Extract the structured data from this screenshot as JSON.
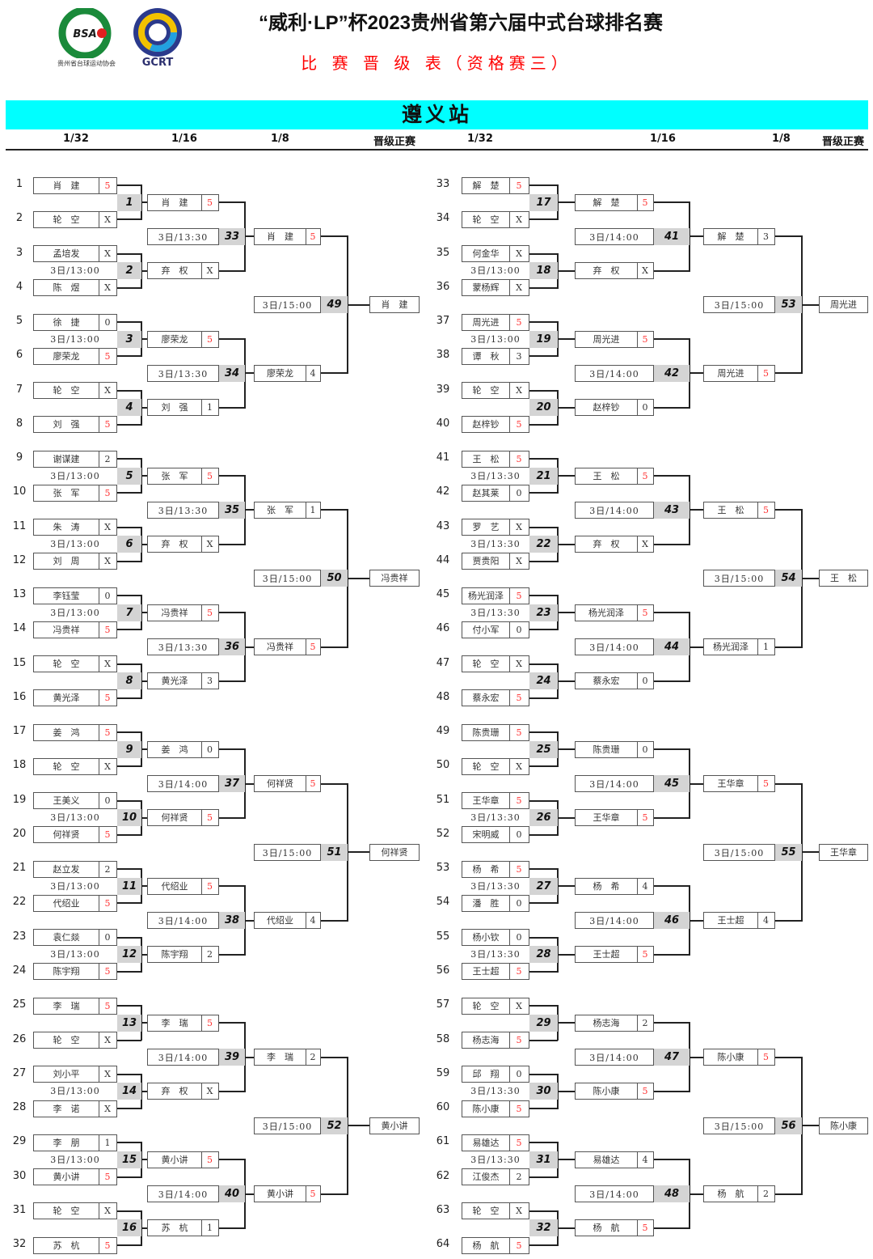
{
  "header": {
    "title": "“威利·LP”杯2023贵州省第六届中式台球排名赛",
    "subtitle": "比 赛 晋 级 表（资格赛三）",
    "station": "遵义站",
    "logo1_text": "贵州省台球运动协会",
    "logo1_mark": "BSA",
    "logo2_text": "GCRT"
  },
  "columns": {
    "left": [
      "1/32",
      "1/16",
      "1/8",
      "晋级正赛"
    ],
    "right": [
      "1/32",
      "1/16",
      "1/8",
      "晋级正赛"
    ]
  },
  "colors": {
    "banner": "#00ffff",
    "win_score": "#ff3333",
    "label_bg": "#d4d4d4"
  },
  "left": {
    "players": [
      {
        "seed": "1",
        "name": "肖　建",
        "score": "5"
      },
      {
        "seed": "2",
        "name": "轮　空",
        "score": "X"
      },
      {
        "seed": "3",
        "name": "孟培发",
        "score": "X"
      },
      {
        "seed": "4",
        "name": "陈　煜",
        "score": "X"
      },
      {
        "seed": "5",
        "name": "徐　捷",
        "score": "0"
      },
      {
        "seed": "6",
        "name": "廖荣龙",
        "score": "5"
      },
      {
        "seed": "7",
        "name": "轮　空",
        "score": "X"
      },
      {
        "seed": "8",
        "name": "刘　强",
        "score": "5"
      },
      {
        "seed": "9",
        "name": "谢谋建",
        "score": "2"
      },
      {
        "seed": "10",
        "name": "张　军",
        "score": "5"
      },
      {
        "seed": "11",
        "name": "朱　涛",
        "score": "X"
      },
      {
        "seed": "12",
        "name": "刘　周",
        "score": "X"
      },
      {
        "seed": "13",
        "name": "李钰莹",
        "score": "0"
      },
      {
        "seed": "14",
        "name": "冯贵祥",
        "score": "5"
      },
      {
        "seed": "15",
        "name": "轮　空",
        "score": "X"
      },
      {
        "seed": "16",
        "name": "黄光泽",
        "score": "5"
      },
      {
        "seed": "17",
        "name": "姜　鸿",
        "score": "5"
      },
      {
        "seed": "18",
        "name": "轮　空",
        "score": "X"
      },
      {
        "seed": "19",
        "name": "王美义",
        "score": "0"
      },
      {
        "seed": "20",
        "name": "何祥贤",
        "score": "5"
      },
      {
        "seed": "21",
        "name": "赵立发",
        "score": "2"
      },
      {
        "seed": "22",
        "name": "代绍业",
        "score": "5"
      },
      {
        "seed": "23",
        "name": "袁仁燚",
        "score": "0"
      },
      {
        "seed": "24",
        "name": "陈宇翔",
        "score": "5"
      },
      {
        "seed": "25",
        "name": "李　瑞",
        "score": "5"
      },
      {
        "seed": "26",
        "name": "轮　空",
        "score": "X"
      },
      {
        "seed": "27",
        "name": "刘小平",
        "score": "X"
      },
      {
        "seed": "28",
        "name": "李　诺",
        "score": "X"
      },
      {
        "seed": "29",
        "name": "李　朋",
        "score": "1"
      },
      {
        "seed": "30",
        "name": "黄小讲",
        "score": "5"
      },
      {
        "seed": "31",
        "name": "轮　空",
        "score": "X"
      },
      {
        "seed": "32",
        "name": "苏　杭",
        "score": "5"
      }
    ],
    "r1": [
      {
        "match": "1",
        "time": ""
      },
      {
        "match": "2",
        "time": "3日/13:00"
      },
      {
        "match": "3",
        "time": "3日/13:00"
      },
      {
        "match": "4",
        "time": ""
      },
      {
        "match": "5",
        "time": "3日/13:00"
      },
      {
        "match": "6",
        "time": "3日/13:00"
      },
      {
        "match": "7",
        "time": "3日/13:00"
      },
      {
        "match": "8",
        "time": ""
      },
      {
        "match": "9",
        "time": ""
      },
      {
        "match": "10",
        "time": "3日/13:00"
      },
      {
        "match": "11",
        "time": "3日/13:00"
      },
      {
        "match": "12",
        "time": "3日/13:00"
      },
      {
        "match": "13",
        "time": ""
      },
      {
        "match": "14",
        "time": "3日/13:00"
      },
      {
        "match": "15",
        "time": "3日/13:00"
      },
      {
        "match": "16",
        "time": ""
      }
    ],
    "r2": [
      {
        "name": "肖　建",
        "score": "5"
      },
      {
        "name": "弃　权",
        "score": "X"
      },
      {
        "name": "廖荣龙",
        "score": "5"
      },
      {
        "name": "刘　强",
        "score": "1"
      },
      {
        "name": "张　军",
        "score": "5"
      },
      {
        "name": "弃　权",
        "score": "X"
      },
      {
        "name": "冯贵祥",
        "score": "5"
      },
      {
        "name": "黄光泽",
        "score": "3"
      },
      {
        "name": "姜　鸿",
        "score": "0"
      },
      {
        "name": "何祥贤",
        "score": "5"
      },
      {
        "name": "代绍业",
        "score": "5"
      },
      {
        "name": "陈宇翔",
        "score": "2"
      },
      {
        "name": "李　瑞",
        "score": "5"
      },
      {
        "name": "弃　权",
        "score": "X"
      },
      {
        "name": "黄小讲",
        "score": "5"
      },
      {
        "name": "苏　杭",
        "score": "1"
      }
    ],
    "r2m": [
      {
        "match": "33",
        "time": "3日/13:30"
      },
      {
        "match": "34",
        "time": "3日/13:30"
      },
      {
        "match": "35",
        "time": "3日/13:30"
      },
      {
        "match": "36",
        "time": "3日/13:30"
      },
      {
        "match": "37",
        "time": "3日/14:00"
      },
      {
        "match": "38",
        "time": "3日/14:00"
      },
      {
        "match": "39",
        "time": "3日/14:00"
      },
      {
        "match": "40",
        "time": "3日/14:00"
      }
    ],
    "r3": [
      {
        "name": "肖　建",
        "score": "5"
      },
      {
        "name": "廖荣龙",
        "score": "4"
      },
      {
        "name": "张　军",
        "score": "1"
      },
      {
        "name": "冯贵祥",
        "score": "5"
      },
      {
        "name": "何祥贤",
        "score": "5"
      },
      {
        "name": "代绍业",
        "score": "4"
      },
      {
        "name": "李　瑞",
        "score": "2"
      },
      {
        "name": "黄小讲",
        "score": "5"
      }
    ],
    "r3m": [
      {
        "match": "49",
        "time": "3日/15:00"
      },
      {
        "match": "50",
        "time": "3日/15:00"
      },
      {
        "match": "51",
        "time": "3日/15:00"
      },
      {
        "match": "52",
        "time": "3日/15:00"
      }
    ],
    "finals": [
      "肖　建",
      "冯贵祥",
      "何祥贤",
      "黄小讲"
    ]
  },
  "right": {
    "players": [
      {
        "seed": "33",
        "name": "解　楚",
        "score": "5"
      },
      {
        "seed": "34",
        "name": "轮　空",
        "score": "X"
      },
      {
        "seed": "35",
        "name": "何金华",
        "score": "X"
      },
      {
        "seed": "36",
        "name": "蒙杨辉",
        "score": "X"
      },
      {
        "seed": "37",
        "name": "周光进",
        "score": "5"
      },
      {
        "seed": "38",
        "name": "谭　秋",
        "score": "3"
      },
      {
        "seed": "39",
        "name": "轮　空",
        "score": "X"
      },
      {
        "seed": "40",
        "name": "赵梓钞",
        "score": "5"
      },
      {
        "seed": "41",
        "name": "王　松",
        "score": "5"
      },
      {
        "seed": "42",
        "name": "赵其莱",
        "score": "0"
      },
      {
        "seed": "43",
        "name": "罗　艺",
        "score": "X"
      },
      {
        "seed": "44",
        "name": "贾贵阳",
        "score": "X"
      },
      {
        "seed": "45",
        "name": "杨光润泽",
        "score": "5"
      },
      {
        "seed": "46",
        "name": "付小军",
        "score": "0"
      },
      {
        "seed": "47",
        "name": "轮　空",
        "score": "X"
      },
      {
        "seed": "48",
        "name": "蔡永宏",
        "score": "5"
      },
      {
        "seed": "49",
        "name": "陈贵珊",
        "score": "5"
      },
      {
        "seed": "50",
        "name": "轮　空",
        "score": "X"
      },
      {
        "seed": "51",
        "name": "王华章",
        "score": "5"
      },
      {
        "seed": "52",
        "name": "宋明威",
        "score": "0"
      },
      {
        "seed": "53",
        "name": "杨　希",
        "score": "5"
      },
      {
        "seed": "54",
        "name": "潘　胜",
        "score": "0"
      },
      {
        "seed": "55",
        "name": "杨小钦",
        "score": "0"
      },
      {
        "seed": "56",
        "name": "王士超",
        "score": "5"
      },
      {
        "seed": "57",
        "name": "轮　空",
        "score": "X"
      },
      {
        "seed": "58",
        "name": "杨志海",
        "score": "5"
      },
      {
        "seed": "59",
        "name": "邱　翔",
        "score": "0"
      },
      {
        "seed": "60",
        "name": "陈小康",
        "score": "5"
      },
      {
        "seed": "61",
        "name": "易雄达",
        "score": "5"
      },
      {
        "seed": "62",
        "name": "江俊杰",
        "score": "2"
      },
      {
        "seed": "63",
        "name": "轮　空",
        "score": "X"
      },
      {
        "seed": "64",
        "name": "杨　航",
        "score": "5"
      }
    ],
    "r1": [
      {
        "match": "17",
        "time": ""
      },
      {
        "match": "18",
        "time": "3日/13:00"
      },
      {
        "match": "19",
        "time": "3日/13:00"
      },
      {
        "match": "20",
        "time": ""
      },
      {
        "match": "21",
        "time": "3日/13:30"
      },
      {
        "match": "22",
        "time": "3日/13:30"
      },
      {
        "match": "23",
        "time": "3日/13:30"
      },
      {
        "match": "24",
        "time": ""
      },
      {
        "match": "25",
        "time": ""
      },
      {
        "match": "26",
        "time": "3日/13:30"
      },
      {
        "match": "27",
        "time": "3日/13:30"
      },
      {
        "match": "28",
        "time": "3日/13:30"
      },
      {
        "match": "29",
        "time": ""
      },
      {
        "match": "30",
        "time": "3日/13:30"
      },
      {
        "match": "31",
        "time": "3日/13:30"
      },
      {
        "match": "32",
        "time": ""
      }
    ],
    "r2": [
      {
        "name": "解　楚",
        "score": "5"
      },
      {
        "name": "弃　权",
        "score": "X"
      },
      {
        "name": "周光进",
        "score": "5"
      },
      {
        "name": "赵梓钞",
        "score": "0"
      },
      {
        "name": "王　松",
        "score": "5"
      },
      {
        "name": "弃　权",
        "score": "X"
      },
      {
        "name": "杨光润泽",
        "score": "5"
      },
      {
        "name": "蔡永宏",
        "score": "0"
      },
      {
        "name": "陈贵珊",
        "score": "0"
      },
      {
        "name": "王华章",
        "score": "5"
      },
      {
        "name": "杨　希",
        "score": "4"
      },
      {
        "name": "王士超",
        "score": "5"
      },
      {
        "name": "杨志海",
        "score": "2"
      },
      {
        "name": "陈小康",
        "score": "5"
      },
      {
        "name": "易雄达",
        "score": "4"
      },
      {
        "name": "杨　航",
        "score": "5"
      }
    ],
    "r2m": [
      {
        "match": "41",
        "time": "3日/14:00"
      },
      {
        "match": "42",
        "time": "3日/14:00"
      },
      {
        "match": "43",
        "time": "3日/14:00"
      },
      {
        "match": "44",
        "time": "3日/14:00"
      },
      {
        "match": "45",
        "time": "3日/14:00"
      },
      {
        "match": "46",
        "time": "3日/14:00"
      },
      {
        "match": "47",
        "time": "3日/14:00"
      },
      {
        "match": "48",
        "time": "3日/14:00"
      }
    ],
    "r3": [
      {
        "name": "解　楚",
        "score": "3"
      },
      {
        "name": "周光进",
        "score": "5"
      },
      {
        "name": "王　松",
        "score": "5"
      },
      {
        "name": "杨光润泽",
        "score": "1"
      },
      {
        "name": "王华章",
        "score": "5"
      },
      {
        "name": "王士超",
        "score": "4"
      },
      {
        "name": "陈小康",
        "score": "5"
      },
      {
        "name": "杨　航",
        "score": "2"
      }
    ],
    "r3m": [
      {
        "match": "53",
        "time": "3日/15:00"
      },
      {
        "match": "54",
        "time": "3日/15:00"
      },
      {
        "match": "55",
        "time": "3日/15:00"
      },
      {
        "match": "56",
        "time": "3日/15:00"
      }
    ],
    "finals": [
      "周光进",
      "王　松",
      "王华章",
      "陈小康"
    ]
  }
}
